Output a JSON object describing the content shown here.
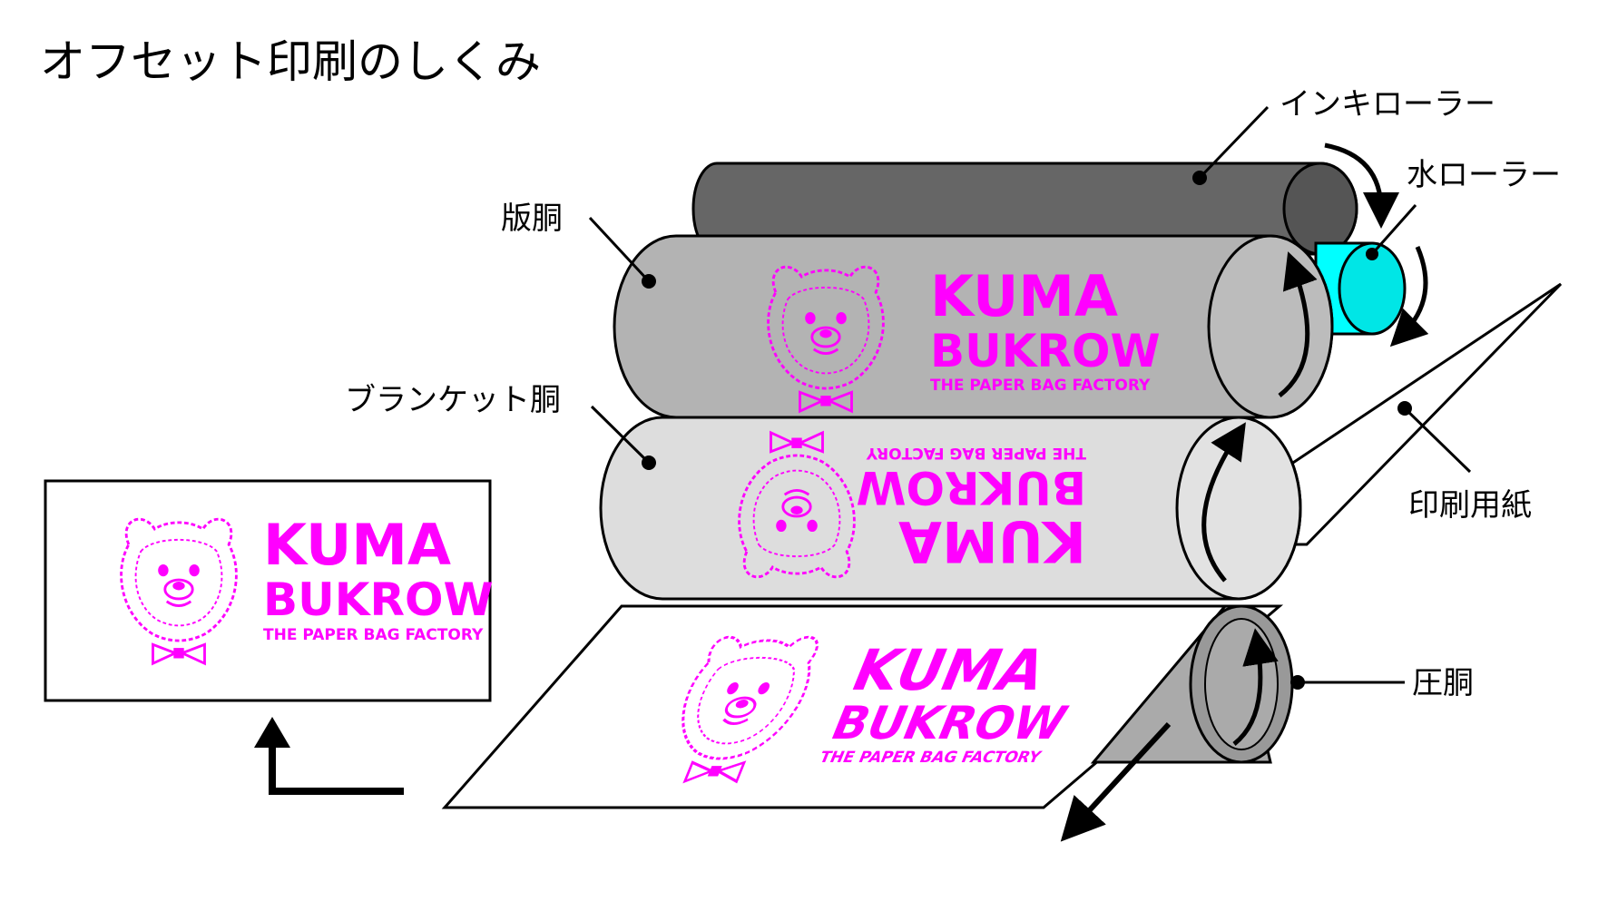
{
  "title": "オフセット印刷のしくみ",
  "labels": {
    "ink_roller": "インキローラー",
    "water_roller": "水ローラー",
    "plate_cylinder": "版胴",
    "blanket_cylinder": "ブランケット胴",
    "printing_paper": "印刷用紙",
    "impression_cylinder": "圧胴"
  },
  "logo": {
    "line1": "KUMA",
    "line2": "BUKROW",
    "line3": "THE PAPER BAG FACTORY"
  },
  "colors": {
    "ink_roller": "#666666",
    "water_roller": "#00ffff",
    "plate_cylinder": "#b3b3b3",
    "blanket_cylinder": "#dddddd",
    "impression_cylinder": "#aaaaaa",
    "logo": "#ff00ff"
  },
  "icons": [
    "bear-icon",
    "rotation-arrow-icon",
    "paper-direction-arrow-icon"
  ]
}
